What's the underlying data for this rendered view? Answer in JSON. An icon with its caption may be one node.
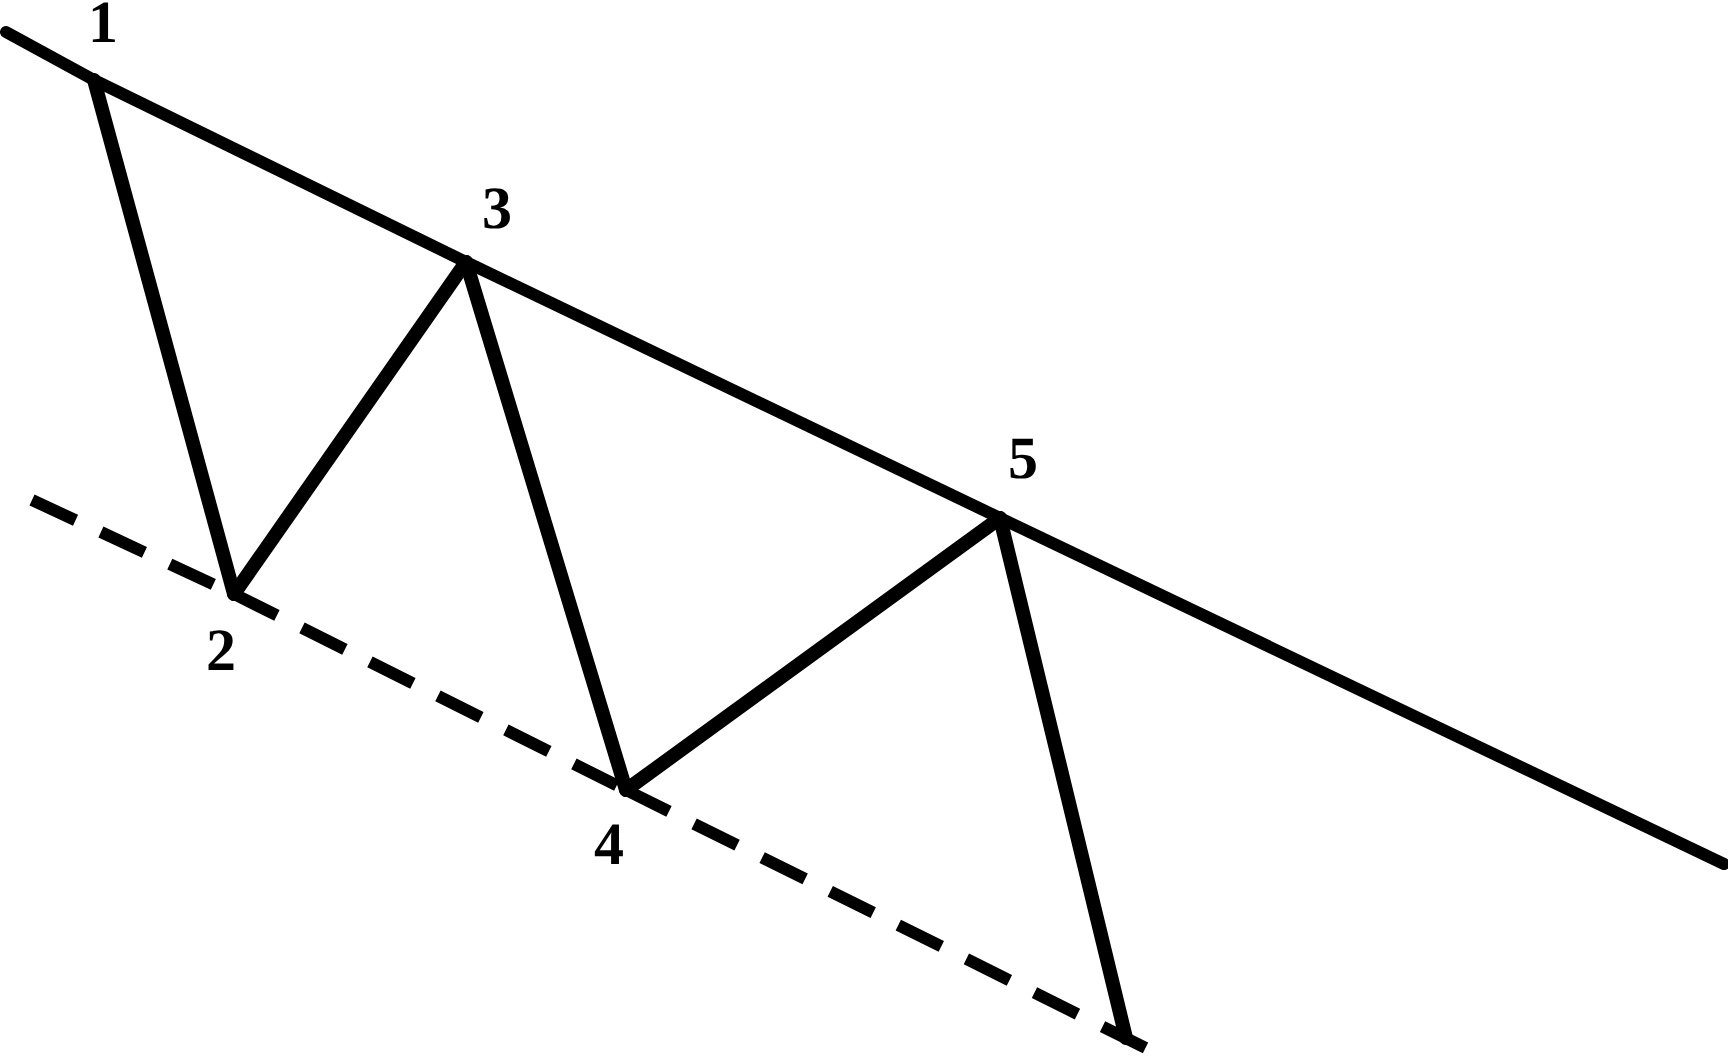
{
  "diagram": {
    "nodes": [
      {
        "text": [
          "1"
        ]
      },
      {
        "text": [
          "2"
        ]
      },
      {
        "text": [
          "3"
        ]
      },
      {
        "text": [
          "4"
        ]
      },
      {
        "text": [
          "5"
        ]
      }
    ],
    "edges": [
      {
        "from": 0,
        "to": 1,
        "arrow": "none"
      },
      {
        "from": 1,
        "to": 2,
        "arrow": "none"
      },
      {
        "from": 2,
        "to": 3,
        "arrow": "none"
      },
      {
        "from": 3,
        "to": 4,
        "arrow": "none"
      },
      {
        "from": 4,
        "to": null,
        "arrow": "none"
      },
      {
        "from": null,
        "to": 0,
        "arrow": "none"
      },
      {
        "from": 0,
        "to": 2,
        "arrow": "none"
      },
      {
        "from": 2,
        "to": 4,
        "arrow": "none"
      },
      {
        "from": 4,
        "to": null,
        "arrow": "none"
      },
      {
        "from": null,
        "to": 1,
        "arrow": "none",
        "style": "dashed"
      },
      {
        "from": 1,
        "to": 3,
        "arrow": "none",
        "style": "dashed"
      },
      {
        "from": 3,
        "to": null,
        "arrow": "none",
        "style": "dashed"
      }
    ]
  }
}
